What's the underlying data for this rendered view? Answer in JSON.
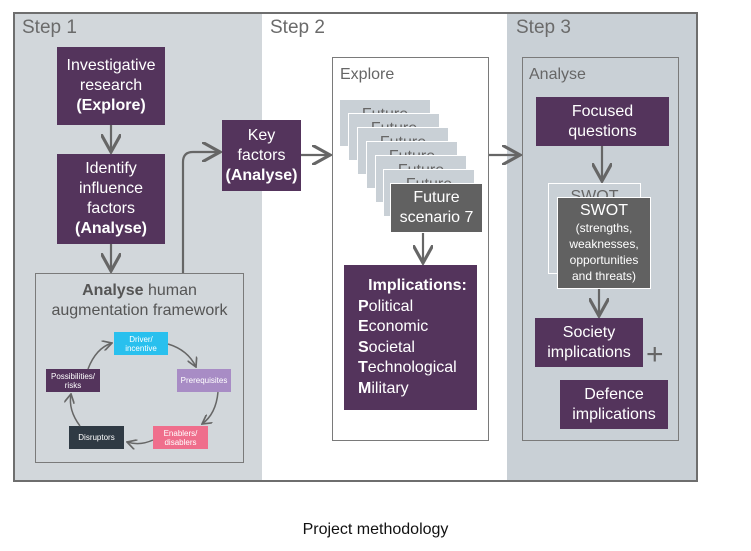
{
  "caption": "Project methodology",
  "steps": [
    {
      "label": "Step 1"
    },
    {
      "label": "Step 2"
    },
    {
      "label": "Step 3"
    }
  ],
  "step1": {
    "box1": {
      "line1": "Investigative",
      "line2": "research",
      "line3": "(Explore)"
    },
    "box2": {
      "line1": "Identify",
      "line2": "influence",
      "line3": "factors",
      "line4": "(Analyse)"
    },
    "framework": {
      "title_bold": "Analyse",
      "title_rest": " human",
      "title_line2": "augmentation framework"
    },
    "cycle": [
      {
        "line1": "Driver/",
        "line2": "incentive",
        "color": "#29c0ee"
      },
      {
        "line1": "Prerequisites",
        "line2": "",
        "color": "#a88cc5"
      },
      {
        "line1": "Enablers/",
        "line2": "disablers",
        "color": "#ef6e8c"
      },
      {
        "line1": "Disruptors",
        "line2": "",
        "color": "#2f3a44"
      },
      {
        "line1": "Possibilities/",
        "line2": "risks",
        "color": "#54345c"
      }
    ]
  },
  "key_factors": {
    "line1": "Key",
    "line2": "factors",
    "line3": "(Analyse)"
  },
  "step2": {
    "explore_label": "Explore",
    "scenario_cards": [
      "Future",
      "Future",
      "Future",
      "Future",
      "Future",
      "Future"
    ],
    "front_card": {
      "line1": "Future",
      "line2": "scenario 7"
    },
    "implications": {
      "heading": "Implications:",
      "items": [
        {
          "initial": "P",
          "rest": "olitical"
        },
        {
          "initial": "E",
          "rest": "conomic"
        },
        {
          "initial": "S",
          "rest": "ocietal"
        },
        {
          "initial": "T",
          "rest": "echnological"
        },
        {
          "initial": "M",
          "rest": "ilitary"
        }
      ]
    }
  },
  "step3": {
    "analyse_label": "Analyse",
    "focused": {
      "line1": "Focused",
      "line2": "questions"
    },
    "swot_back": "SWOT",
    "swot": {
      "title": "SWOT",
      "line1": "(strengths,",
      "line2": "weaknesses,",
      "line3": "opportunities",
      "line4": "and threats)"
    },
    "society": {
      "line1": "Society",
      "line2": "implications"
    },
    "plus": "+",
    "defence": {
      "line1": "Defence",
      "line2": "implications"
    }
  },
  "colors": {
    "purple": "#54345c",
    "dark_gray": "#616161",
    "step1_bg": "#d2d7db",
    "step3_bg": "#c9d0d6",
    "arrow": "#666666"
  }
}
